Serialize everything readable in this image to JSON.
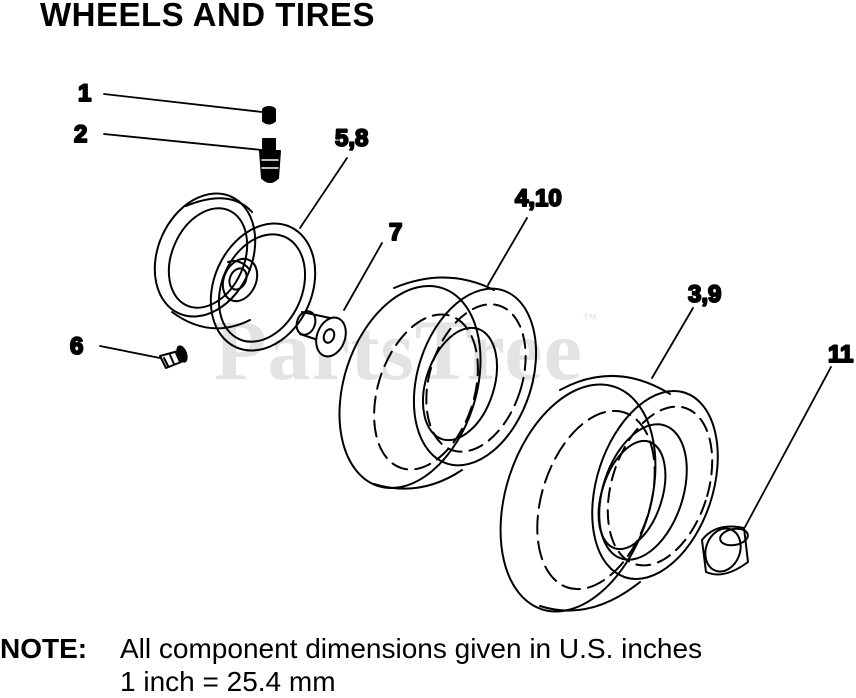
{
  "title": "WHEELS AND TIRES",
  "callouts": {
    "c1": "1",
    "c2": "2",
    "c58": "5,8",
    "c7": "7",
    "c410": "4,10",
    "c39": "3,9",
    "c6": "6",
    "c11": "11"
  },
  "watermark": {
    "text": "PartsTree",
    "tm": "™"
  },
  "note": {
    "label": "NOTE:",
    "line1": "All component dimensions given in U.S. inches",
    "line2": "1 inch = 25.4 mm"
  }
}
